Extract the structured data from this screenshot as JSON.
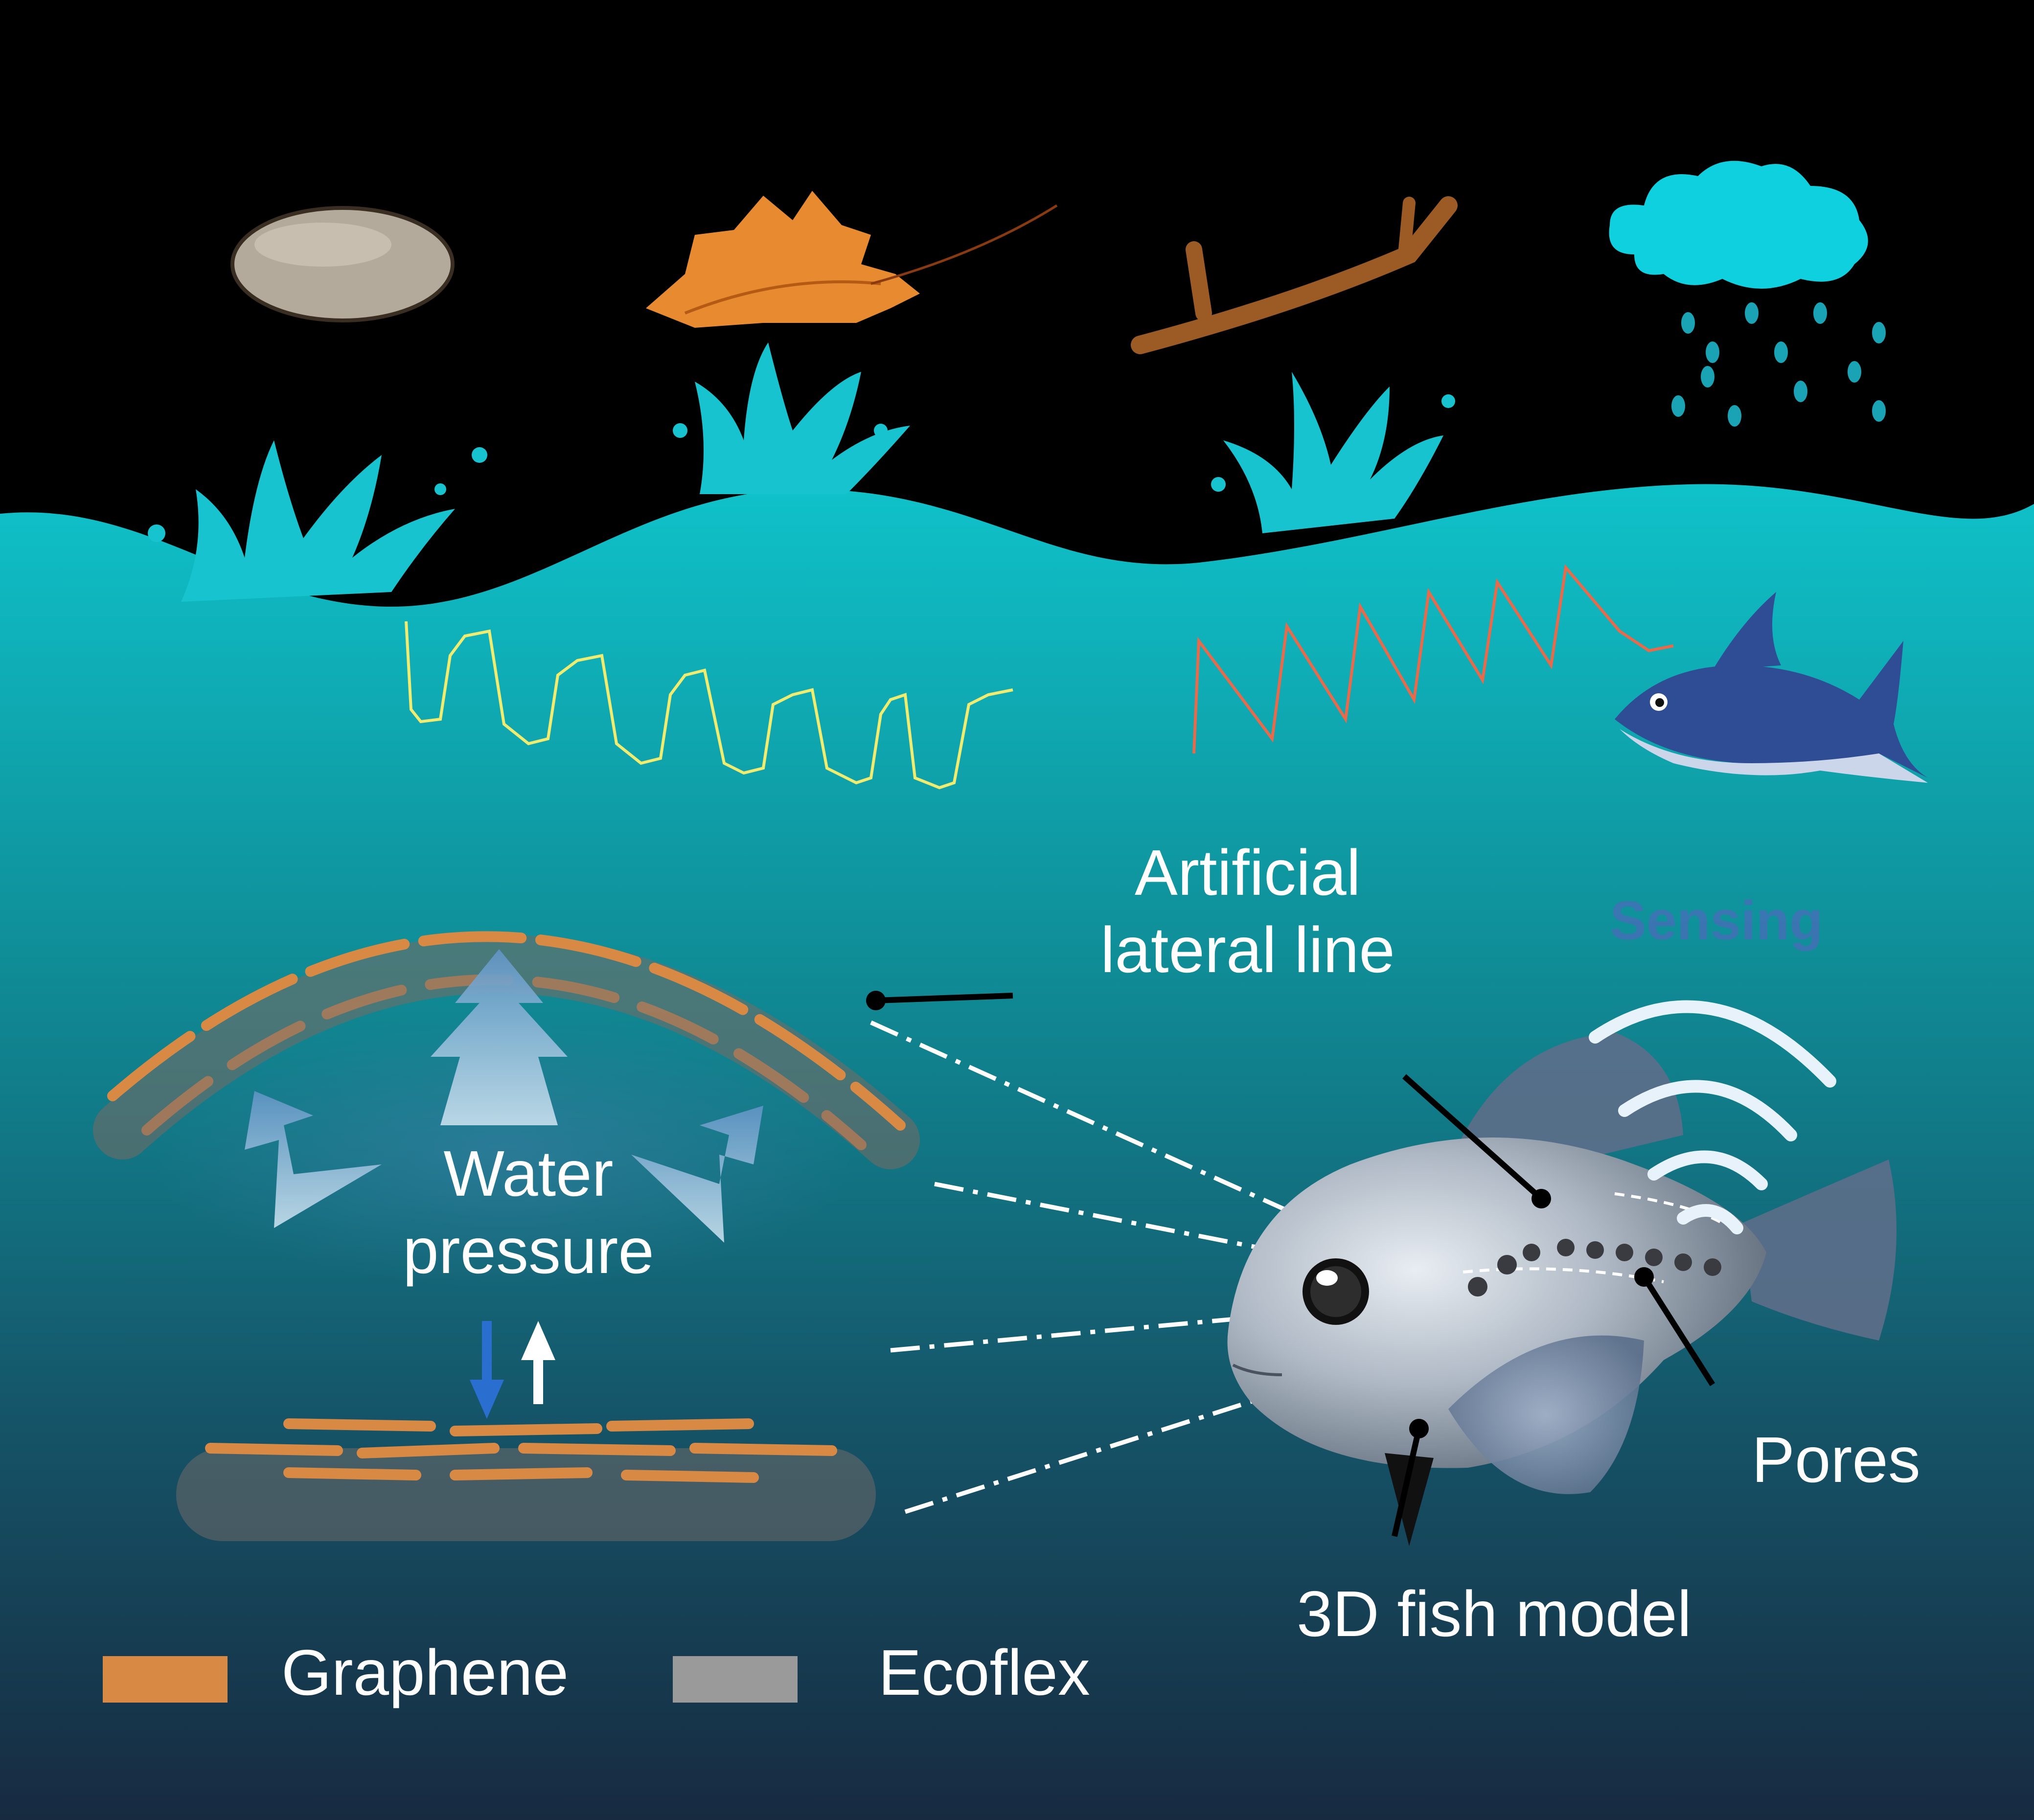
{
  "labels": {
    "artificial_lateral_line": "Artificial\nlateral line",
    "water_pressure": "Water\npressure",
    "pores": "Pores",
    "fish_model": "3D fish model",
    "sensing": "Sensing"
  },
  "legend": {
    "items": [
      {
        "label": "Graphene",
        "color": "#d88a45"
      },
      {
        "label": "Ecoflex",
        "color": "#9a9a9a"
      }
    ]
  },
  "colors": {
    "sky": "#000000",
    "water_top": "#0fc0c8",
    "water_bottom": "#17293f",
    "splash": "#17c3cf",
    "cloud": "#0fd0df",
    "stick": "#9c5b25",
    "leaf": "#e58a32",
    "rock": "#b0a69a",
    "signal_yellow": "#f0ec70",
    "signal_red": "#e86a4a",
    "shark": "#2f4d94",
    "sensing_text": "#3f73b4"
  },
  "icons": [
    "rock-icon",
    "leaf-icon",
    "stick-icon",
    "rain-cloud-icon",
    "splash-icon",
    "shark-icon",
    "fish-icon",
    "sensing-waves-icon",
    "arrow-down-icon",
    "arrow-up-icon"
  ]
}
